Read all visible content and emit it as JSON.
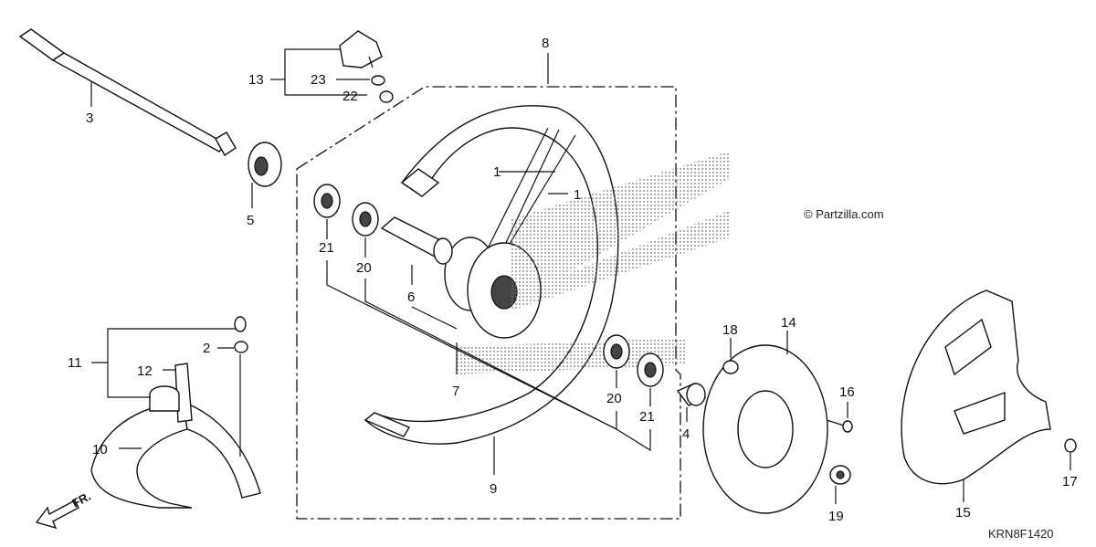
{
  "labels": {
    "p1a": "1",
    "p1b": "1",
    "p2": "2",
    "p3": "3",
    "p4": "4",
    "p5": "5",
    "p6": "6",
    "p7": "7",
    "p8": "8",
    "p9": "9",
    "p10": "10",
    "p11": "11",
    "p12": "12",
    "p13": "13",
    "p14": "14",
    "p15": "15",
    "p16": "16",
    "p17": "17",
    "p18": "18",
    "p19": "19",
    "p20a": "20",
    "p20b": "20",
    "p21a": "21",
    "p21b": "21",
    "p22": "22",
    "p23": "23"
  },
  "watermark": "© Partzilla.com",
  "direction": "FR.",
  "diagram_code": "KRN8F1420"
}
